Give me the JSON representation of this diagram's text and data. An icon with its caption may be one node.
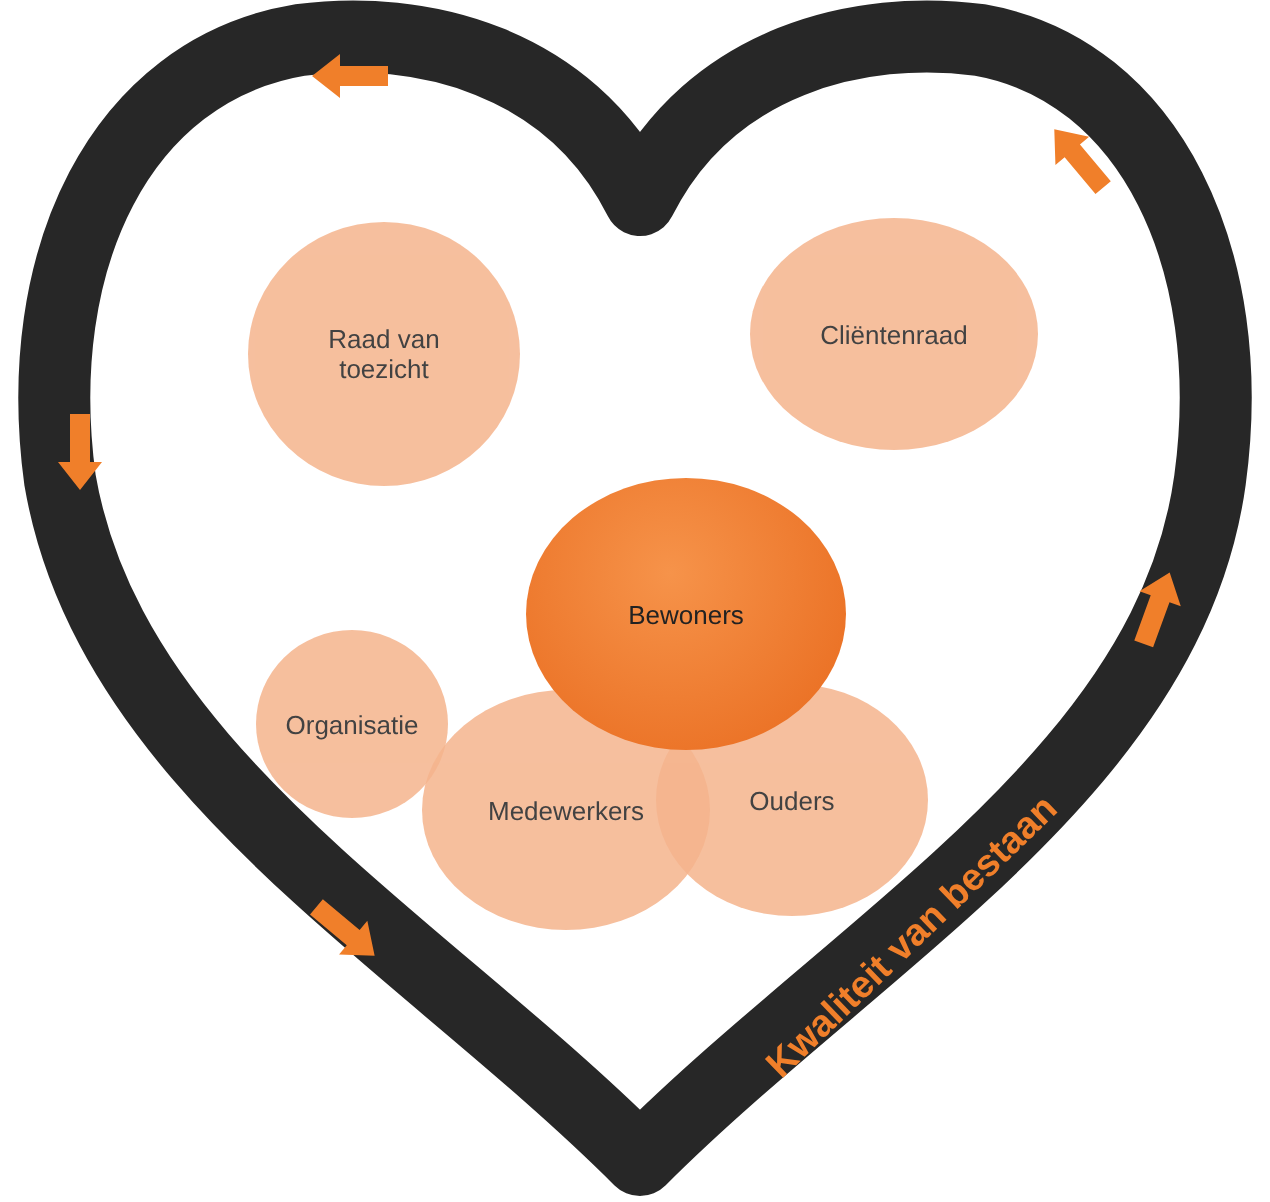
{
  "diagram": {
    "nodes": [
      {
        "text": [
          "Kwaliteit van bestaan"
        ]
      },
      {
        "text": [
          "Raad van toezicht"
        ],
        "in": 0
      },
      {
        "text": [
          "Cliëntenraad"
        ],
        "in": 0
      },
      {
        "text": [
          "Bewoners"
        ],
        "in": 0
      },
      {
        "text": [
          "Organisatie"
        ],
        "in": 0
      },
      {
        "text": [
          "Medewerkers"
        ],
        "in": 0
      },
      {
        "text": [
          "Ouders"
        ],
        "in": 0
      }
    ]
  }
}
